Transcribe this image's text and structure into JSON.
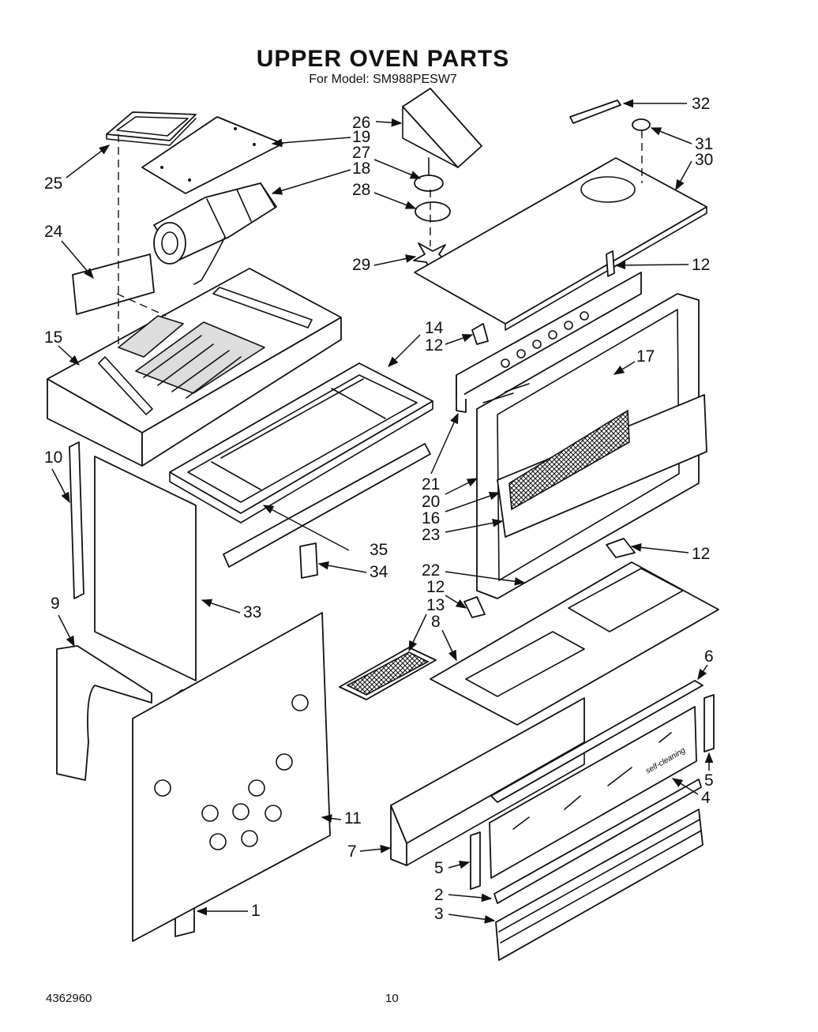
{
  "title": "UPPER OVEN PARTS",
  "subtitle": "For Model: SM988PESW7",
  "footer": {
    "doc_number": "4362960",
    "page_number": "10"
  },
  "callouts": [
    "32",
    "26",
    "19",
    "31",
    "27",
    "30",
    "18",
    "25",
    "28",
    "24",
    "29",
    "12",
    "14",
    "12",
    "15",
    "17",
    "10",
    "21",
    "20",
    "16",
    "23",
    "12",
    "35",
    "34",
    "22",
    "12",
    "9",
    "33",
    "13",
    "8",
    "6",
    "5",
    "4",
    "11",
    "7",
    "5",
    "2",
    "3",
    "1"
  ],
  "glass_text": "self-cleaning"
}
